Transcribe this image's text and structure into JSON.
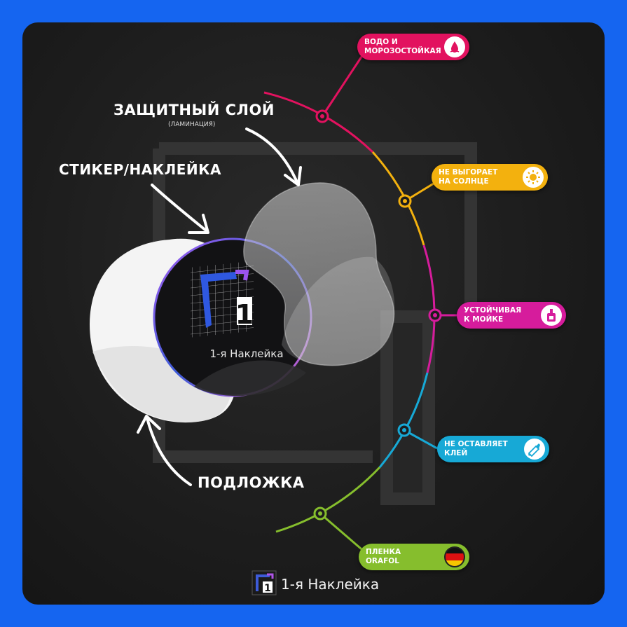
{
  "labels": {
    "protective_layer": "ЗАЩИТНЫЙ СЛОЙ",
    "lamination": "(ЛАМИНАЦИЯ)",
    "sticker": "СТИКЕР/НАКЛЕЙКА",
    "backing": "ПОДЛОЖКА"
  },
  "sticker_text": "1-я Наклейка",
  "features": [
    {
      "text": "ВОДО И\nМОРОЗОСТОЙКАЯ",
      "color": "#e2125f",
      "icon": "water-drop-icon"
    },
    {
      "text": "НЕ ВЫГОРАЕТ\nНА СОЛНЦЕ",
      "color": "#f3b10e",
      "icon": "sun-icon"
    },
    {
      "text": "УСТОЙЧИВАЯ\nК МОЙКЕ",
      "color": "#d61c9c",
      "icon": "car-wash-icon"
    },
    {
      "text": "НЕ ОСТАВЛЯЕТ\nКЛЕЙ",
      "color": "#17a9d6",
      "icon": "glue-tube-icon"
    },
    {
      "text": "ПЛЕНКА\nORAFOL",
      "color": "#86be2d",
      "icon": "germany-flag-icon"
    }
  ],
  "brand": {
    "name": "1-я Наклейка",
    "logo_glyph": "1"
  }
}
